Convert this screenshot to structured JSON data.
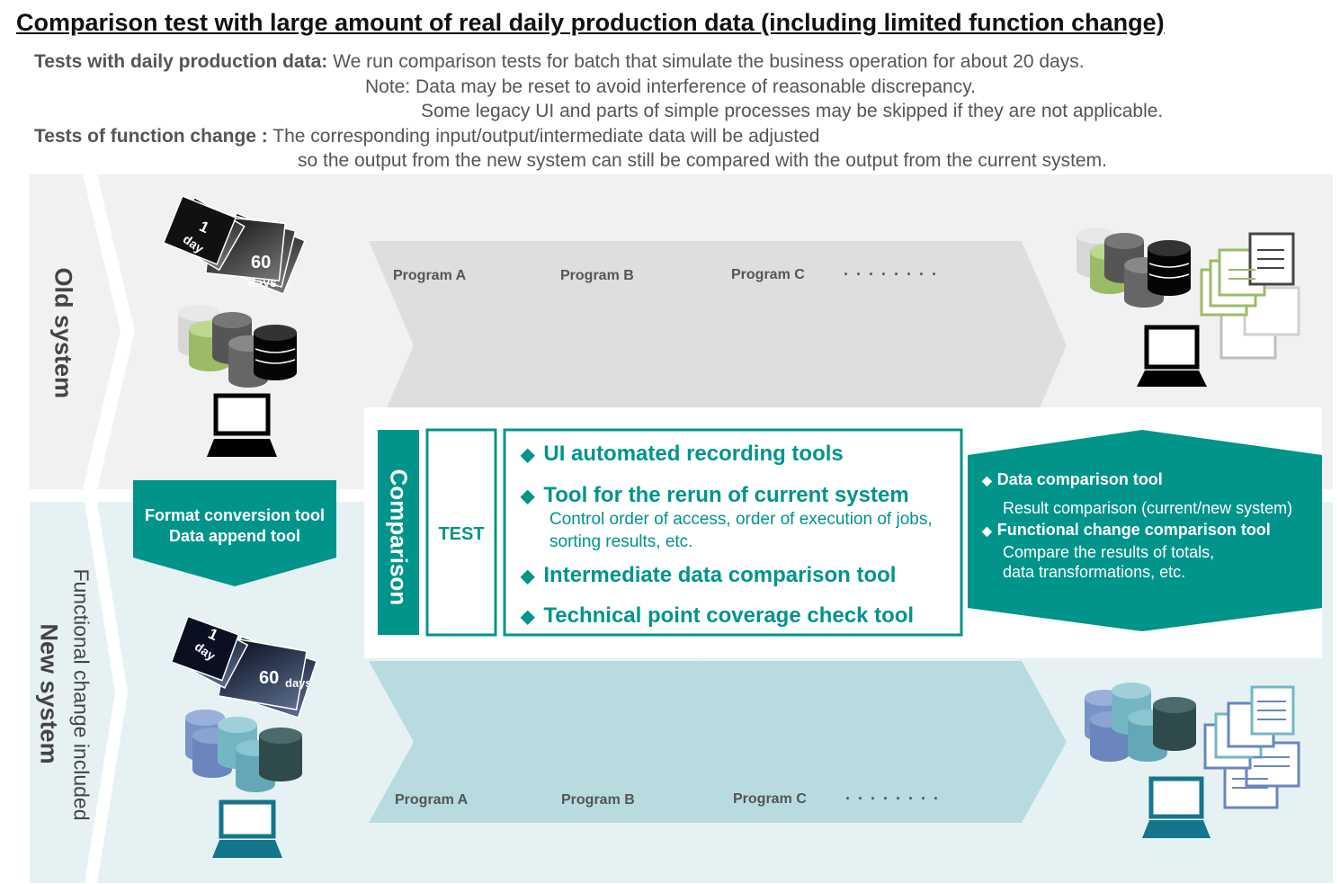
{
  "title": "Comparison test with large amount of real daily production data  (including limited function change)",
  "intro": {
    "daily_label": "Tests with daily production data:",
    "daily_text": " We run comparison tests for batch that simulate the business operation for about 20 days.",
    "note1": "Note: Data may be reset to avoid interference of reasonable discrepancy.",
    "note2": "Some legacy UI and parts of simple processes may be skipped if they are not applicable.",
    "func_label": "Tests of function change :",
    "func_text": " The corresponding input/output/intermediate data will be adjusted",
    "func_text2": "so the output from the new system can still be compared  with the output from the current system."
  },
  "old_system": {
    "label": "Old system",
    "day_first": "1",
    "day_first_unit": "day",
    "day_last": "60",
    "day_last_unit": "days",
    "programs": [
      "Program A",
      "Program B",
      "Program C"
    ],
    "dots": "........"
  },
  "new_system": {
    "label": "New system",
    "note": "Functional change included",
    "day_first": "1",
    "day_first_unit": "day",
    "day_last": "60",
    "day_last_unit": "days",
    "programs": [
      "Program A",
      "Program B",
      "Program C"
    ],
    "dots": "........"
  },
  "conversion": {
    "line1": "Format conversion tool",
    "line2": "Data append tool"
  },
  "comparison": {
    "label": "Comparison",
    "test_label": "TEST",
    "tools": [
      {
        "title": "UI automated recording tools",
        "sub": ""
      },
      {
        "title": "Tool for the rerun of current system",
        "sub": "Control order of access, order of execution of jobs, sorting results, etc."
      },
      {
        "title": "Intermediate data comparison tool",
        "sub": ""
      },
      {
        "title": "Technical point coverage check tool",
        "sub": ""
      }
    ]
  },
  "result": {
    "h1": "Data comparison tool",
    "s1": "Result comparison (current/new system)",
    "h2": "Functional change comparison tool",
    "s2a": "Compare the results of totals,",
    "s2b": "data transformations, etc."
  },
  "colors": {
    "teal": "#00948b",
    "old_band": "#f1f1f1",
    "new_band": "#e6f1f3",
    "old_arrow": "#dedede",
    "new_arrow": "#b8dbe0"
  }
}
